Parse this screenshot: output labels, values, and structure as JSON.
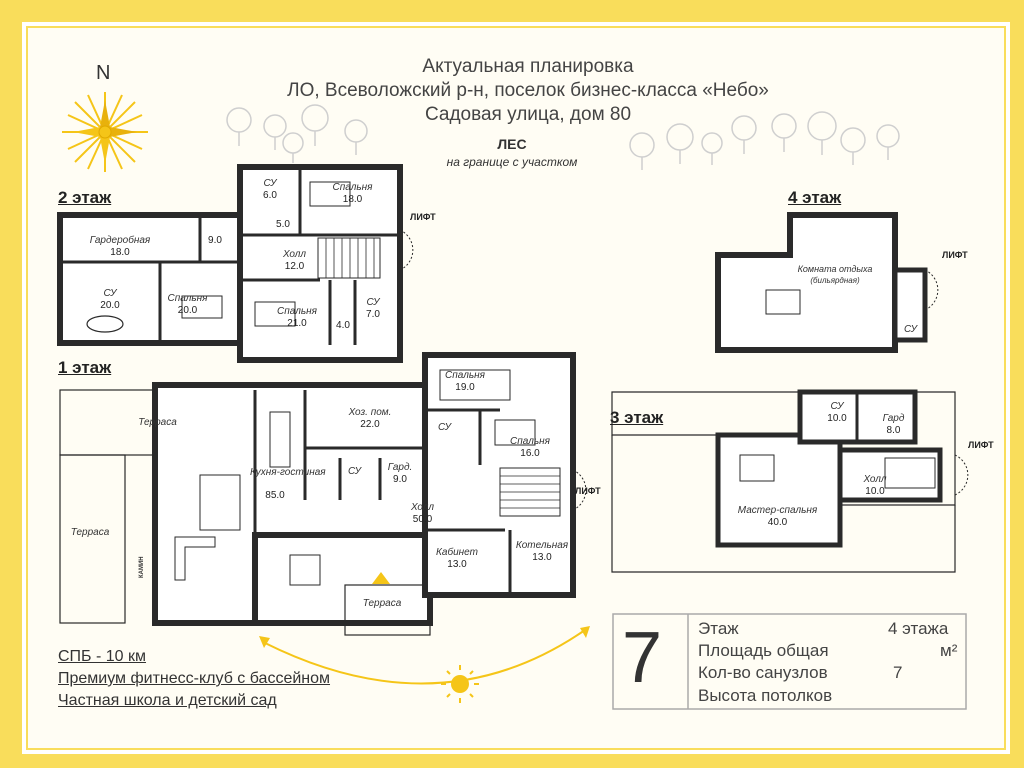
{
  "header": {
    "line1": "Актуальная планировка",
    "line2": "ЛО, Всеволожский р-н, поселок бизнес-класса «Небо»",
    "line3": "Садовая улица, дом 80",
    "forest": "ЛЕС",
    "forest_note": "на границе с участком"
  },
  "compass": {
    "north": "N"
  },
  "floors": {
    "f2": "2 этаж",
    "f1": "1 этаж",
    "f3": "3 этаж",
    "f4": "4 этаж"
  },
  "lift": "ЛИФТ",
  "rooms_f2": [
    {
      "name": "Гардеробная",
      "area": "18.0"
    },
    {
      "name": "",
      "area": "9.0"
    },
    {
      "name": "СУ",
      "area": "20.0"
    },
    {
      "name": "Спальня",
      "area": "20.0"
    },
    {
      "name": "СУ",
      "area": "6.0"
    },
    {
      "name": "",
      "area": "5.0"
    },
    {
      "name": "Спальня",
      "area": "18.0"
    },
    {
      "name": "Холл",
      "area": "12.0"
    },
    {
      "name": "Спальня",
      "area": "21.0"
    },
    {
      "name": "",
      "area": "4.0"
    },
    {
      "name": "СУ",
      "area": "7.0"
    }
  ],
  "rooms_f1": [
    {
      "name": "Терраса",
      "area": ""
    },
    {
      "name": "Терраса",
      "area": ""
    },
    {
      "name": "Кухня-гостиная",
      "area": "85.0"
    },
    {
      "name": "Хоз. пом.",
      "area": "22.0"
    },
    {
      "name": "СУ",
      "area": ""
    },
    {
      "name": "СУ",
      "area": ""
    },
    {
      "name": "Гард.",
      "area": "9.0"
    },
    {
      "name": "Спальня",
      "area": "19.0"
    },
    {
      "name": "Спальня",
      "area": "16.0"
    },
    {
      "name": "Холл",
      "area": "50.0"
    },
    {
      "name": "Кабинет",
      "area": "13.0"
    },
    {
      "name": "Котельная",
      "area": "13.0"
    },
    {
      "name": "Терраса",
      "area": ""
    },
    {
      "name": "КАМИН",
      "area": ""
    }
  ],
  "rooms_f4": [
    {
      "name": "Комната отдыха",
      "sub": "(бильярдная)"
    },
    {
      "name": "СУ"
    }
  ],
  "rooms_f3": [
    {
      "name": "СУ",
      "area": "10.0"
    },
    {
      "name": "Гард",
      "area": "8.0"
    },
    {
      "name": "Холл",
      "area": "10.0"
    },
    {
      "name": "Мастер-спальня",
      "area": "40.0"
    }
  ],
  "info": {
    "line1": "СПБ - 10 км",
    "line2": "Премиум фитнесс-клуб с бассейном",
    "line3": "Частная школа и детский сад"
  },
  "stats": {
    "big_number": "7",
    "floor_label": "Этаж",
    "floor_value": "4 этажа",
    "area_label": "Площадь общая",
    "area_unit": "м²",
    "baths_label": "Кол-во санузлов",
    "baths_value": "7",
    "ceiling_label": "Высота потолков"
  },
  "colors": {
    "frame": "#f9dd5b",
    "wall": "#2a2a2a",
    "sun": "#f5c518",
    "background": "#fffdf4"
  }
}
